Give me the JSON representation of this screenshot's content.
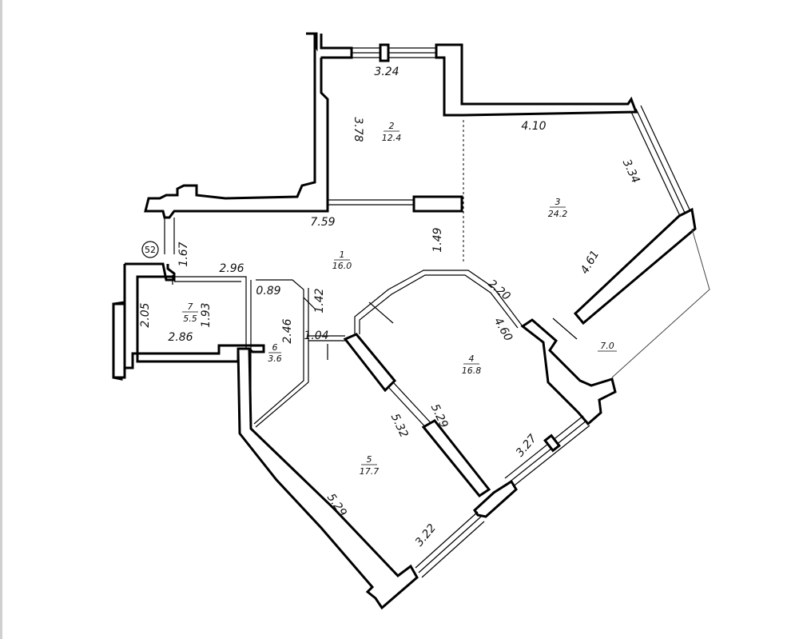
{
  "plan": {
    "marker": "52",
    "rooms": [
      {
        "id": "room-1",
        "number": "1",
        "area": "16.0"
      },
      {
        "id": "room-2",
        "number": "2",
        "area": "12.4"
      },
      {
        "id": "room-3",
        "number": "3",
        "area": "24.2"
      },
      {
        "id": "room-4",
        "number": "4",
        "area": "16.8"
      },
      {
        "id": "room-5",
        "number": "5",
        "area": "17.7"
      },
      {
        "id": "room-6",
        "number": "6",
        "area": "3.6"
      },
      {
        "id": "room-7",
        "number": "7",
        "area": "5.5"
      },
      {
        "id": "room-balcony",
        "number": "",
        "area": "7.0"
      }
    ],
    "dimensions": [
      "3.24",
      "3.78",
      "4.10",
      "3.34",
      "7.59",
      "1.49",
      "4.61",
      "1.67",
      "2.96",
      "0.89",
      "1.42",
      "2.20",
      "2.05",
      "1.93",
      "2.86",
      "2.46",
      "1.04",
      "4.60",
      "5.29",
      "5.32",
      "3.27",
      "5.29",
      "3.22"
    ]
  }
}
